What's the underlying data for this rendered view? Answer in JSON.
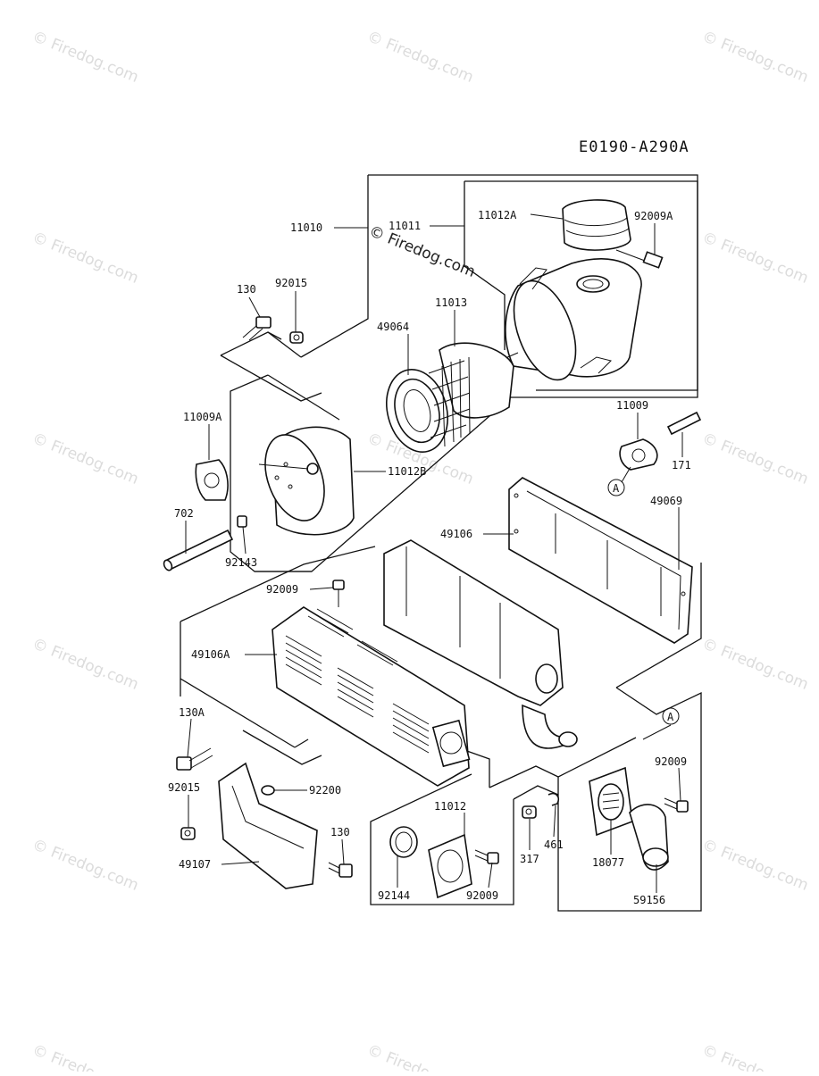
{
  "diagram_code": "E0190-A290A",
  "watermark": "© Firedog.com",
  "center_watermark": "© Firedog.com",
  "part_labels": {
    "p11010": "11010",
    "p11011": "11011",
    "p11012A": "11012A",
    "p92009A": "92009A",
    "p130_top": "130",
    "p92015_top": "92015",
    "p11013": "11013",
    "p49064": "49064",
    "p11009A": "11009A",
    "p11012B": "11012B",
    "p11009": "11009",
    "p171": "171",
    "refA_1": "A",
    "p702": "702",
    "p92143": "92143",
    "p49106": "49106",
    "p49069": "49069",
    "p92009_mid": "92009",
    "p49106A": "49106A",
    "refA_2": "A",
    "p130A": "130A",
    "p92009_right": "92009",
    "p92015_bot": "92015",
    "p92200": "92200",
    "p11012": "11012",
    "p130_bot": "130",
    "p317": "317",
    "p461": "461",
    "p18077": "18077",
    "p49107": "49107",
    "p92144": "92144",
    "p92009_bot": "92009",
    "p59156": "59156"
  }
}
